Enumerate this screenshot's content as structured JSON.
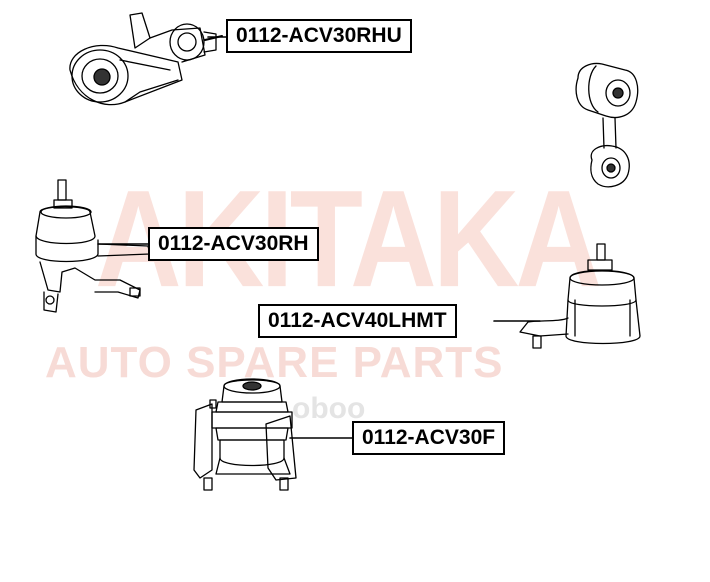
{
  "watermark": {
    "brand": "AKITAKA",
    "tagline": "AUTO SPARE PARTS",
    "url": "oboo",
    "color": "#f4c6bc"
  },
  "parts": [
    {
      "id": "rhu",
      "label": "0112-ACV30RHU"
    },
    {
      "id": "rh",
      "label": "0112-ACV30RH"
    },
    {
      "id": "lhmt",
      "label": "0112-ACV40LHMT"
    },
    {
      "id": "f",
      "label": "0112-ACV30F"
    }
  ]
}
